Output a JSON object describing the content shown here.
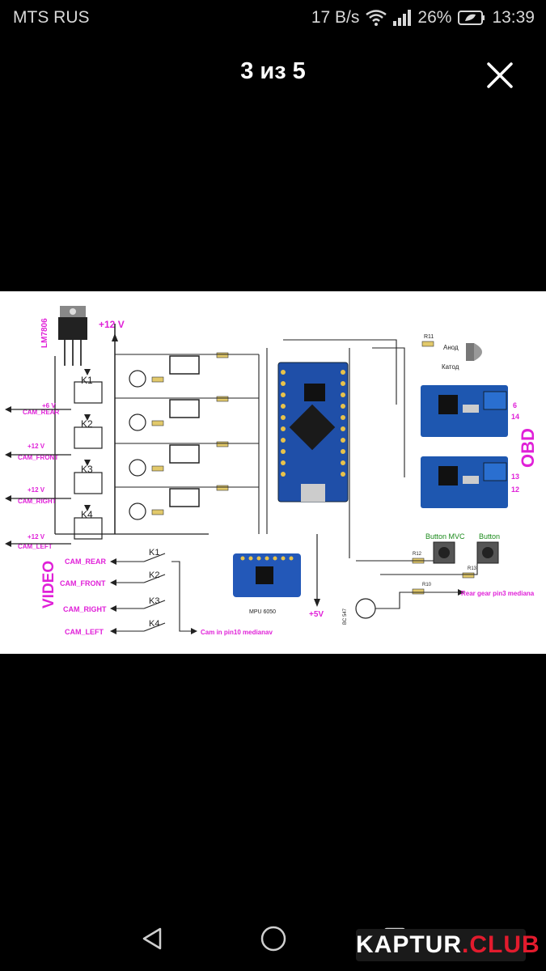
{
  "status_bar": {
    "carrier": "MTS RUS",
    "speed": "17 B/s",
    "battery": "26%",
    "time": "13:39"
  },
  "viewer": {
    "counter": "3 из 5",
    "close_icon": "close-icon"
  },
  "schematic": {
    "labels": {
      "lm": "LM7806",
      "v12_top": "+12 V",
      "k1": "K1",
      "k2": "K2",
      "k3": "K3",
      "k4": "K4",
      "v6": "+6 V",
      "cam_rear": "CAM_REAR",
      "v12_a": "+12 V",
      "cam_front": "CAM_FRONT",
      "v12_b": "+12 V",
      "cam_right": "CAM_RIGHT",
      "v12_c": "+12 V",
      "cam_left": "CAM_LEFT",
      "video": "VIDEO",
      "cam_rear2": "CAM_REAR",
      "cam_front2": "CAM_FRONT",
      "cam_right2": "CAM_RIGHT",
      "cam_left2": "CAM_LEFT",
      "k1b": "K1",
      "k2b": "K2",
      "k3b": "K3",
      "k4b": "K4",
      "cam_pin": "Cam in pin10  medianav",
      "mpu": "MPU 6050",
      "v5": "+5V",
      "obd": "OBD",
      "anod": "Анод",
      "katod": "Катод",
      "button_mvc": "Button MVC",
      "button": "Button",
      "rear_gear": "Rear gear pin3 mediana",
      "pin6": "6",
      "pin14": "14",
      "pin13": "13",
      "pin12": "12",
      "r12": "R12",
      "r13": "R13",
      "r10": "R10",
      "r11": "R11",
      "bc": "BC 547"
    }
  },
  "nav": {
    "back_icon": "back-icon",
    "home_icon": "home-icon",
    "recents_icon": "recents-icon"
  },
  "watermark": {
    "kaptur": "KAPTUR",
    "club": ".CLUB"
  },
  "colors": {
    "magenta": "#e020d8",
    "board_blue": "#1f4fa8",
    "can_blue": "#1e57b0"
  }
}
